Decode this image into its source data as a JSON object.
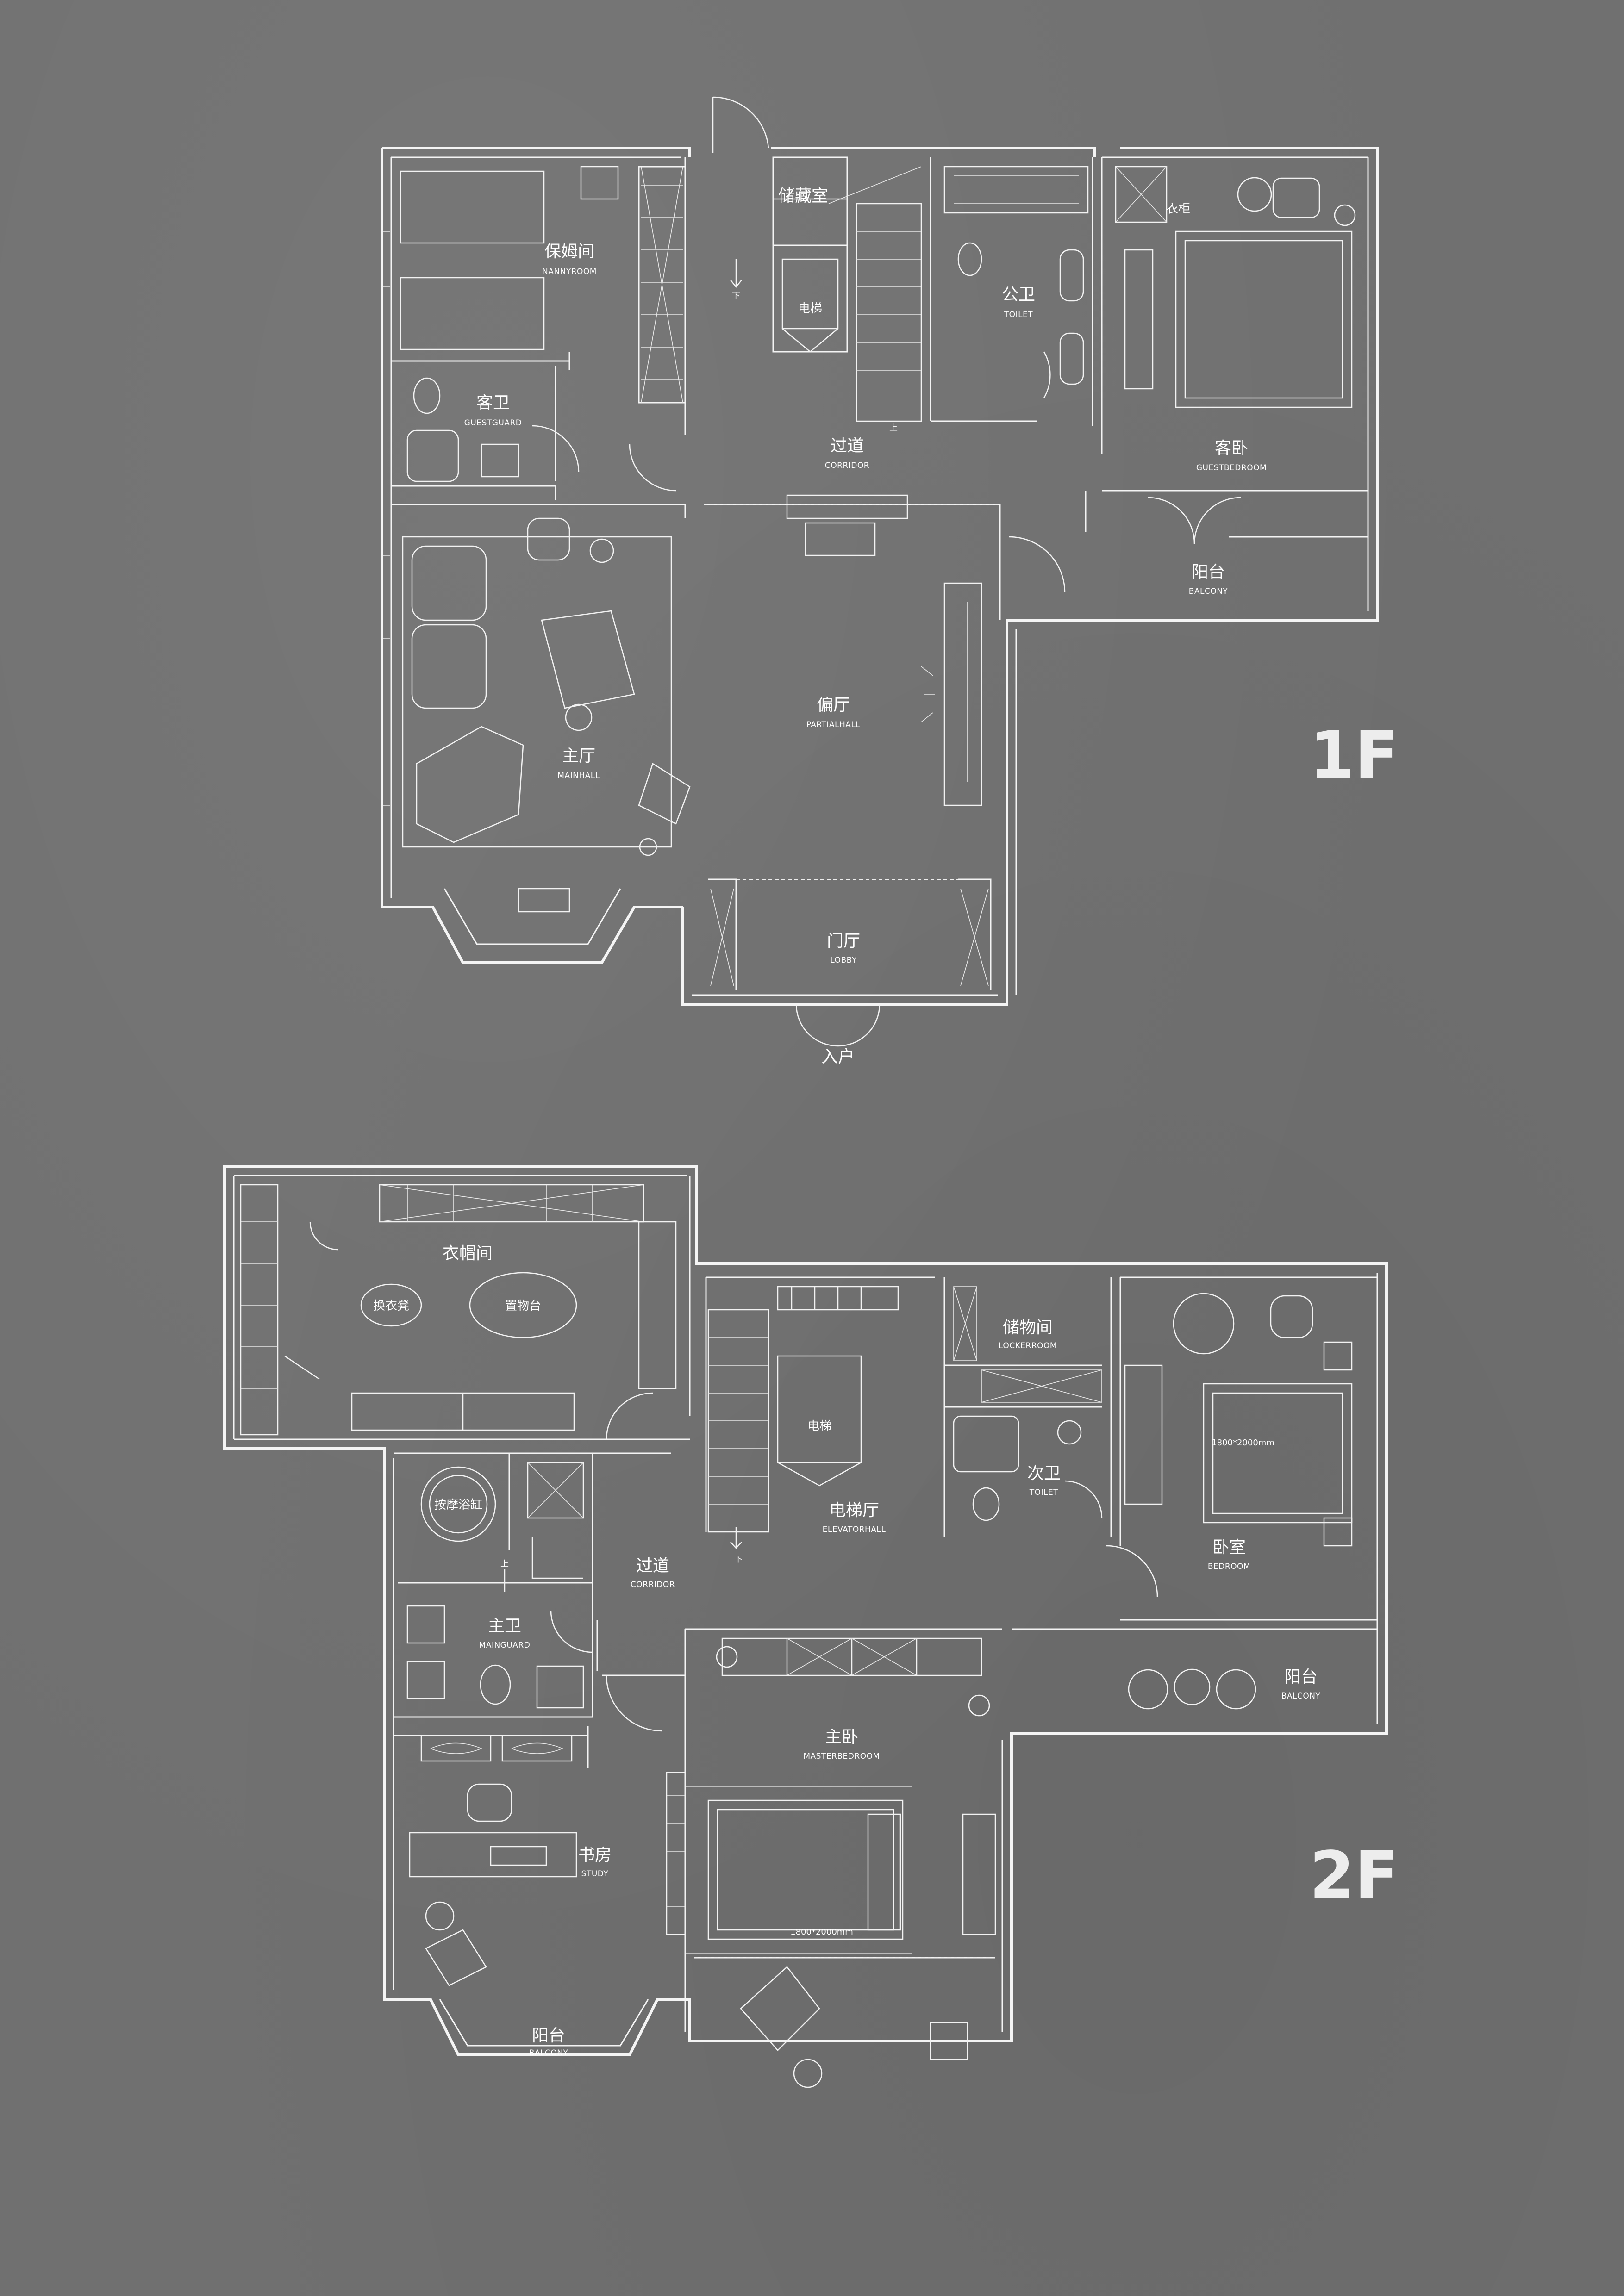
{
  "floors": [
    {
      "label": "1F",
      "rooms": {
        "nanny": {
          "cn": "保姆间",
          "en": "NANNYROOM"
        },
        "guest_wc": {
          "cn": "客卫",
          "en": "GUESTGUARD"
        },
        "storage": {
          "cn": "储藏室"
        },
        "elevator": {
          "cn": "电梯"
        },
        "corridor": {
          "cn": "过道",
          "en": "CORRIDOR"
        },
        "public_wc": {
          "cn": "公卫",
          "en": "TOILET"
        },
        "wardrobe": {
          "cn": "衣柜"
        },
        "guest_bedroom": {
          "cn": "客卧",
          "en": "GUESTBEDROOM"
        },
        "balcony": {
          "cn": "阳台",
          "en": "BALCONY"
        },
        "partial_hall": {
          "cn": "偏厅",
          "en": "PARTIALHALL"
        },
        "main_hall": {
          "cn": "主厅",
          "en": "MAINHALL"
        },
        "lobby": {
          "cn": "门厅",
          "en": "LOBBY"
        }
      },
      "entrance": "入户",
      "stair_down": "下",
      "stair_up": "上"
    },
    {
      "label": "2F",
      "rooms": {
        "cloakroom": {
          "cn": "衣帽间"
        },
        "stool": {
          "cn": "换衣凳"
        },
        "display_table": {
          "cn": "置物台"
        },
        "elevator": {
          "cn": "电梯"
        },
        "locker": {
          "cn": "储物间",
          "en": "LOCKERROOM"
        },
        "second_wc": {
          "cn": "次卫",
          "en": "TOILET"
        },
        "bedroom": {
          "cn": "卧室",
          "en": "BEDROOM"
        },
        "bed_size_a": {
          "cn": "1800*2000mm"
        },
        "massage_tub": {
          "cn": "按摩浴缸"
        },
        "elevator_hall": {
          "cn": "电梯厅",
          "en": "ELEVATORHALL"
        },
        "corridor": {
          "cn": "过道",
          "en": "CORRIDOR"
        },
        "master_wc": {
          "cn": "主卫",
          "en": "MAINGUARD"
        },
        "balcony_east": {
          "cn": "阳台",
          "en": "BALCONY"
        },
        "master_bedroom": {
          "cn": "主卧",
          "en": "MASTERBEDROOM"
        },
        "bed_size_b": {
          "cn": "1800*2000mm"
        },
        "study": {
          "cn": "书房",
          "en": "STUDY"
        },
        "balcony_south": {
          "cn": "阳台",
          "en": "BALCONY"
        }
      },
      "stair_down": "下",
      "stair_up": "上"
    }
  ],
  "colors": {
    "background": "#707070",
    "lines": "#f4f4f4",
    "label": "#ededed"
  }
}
